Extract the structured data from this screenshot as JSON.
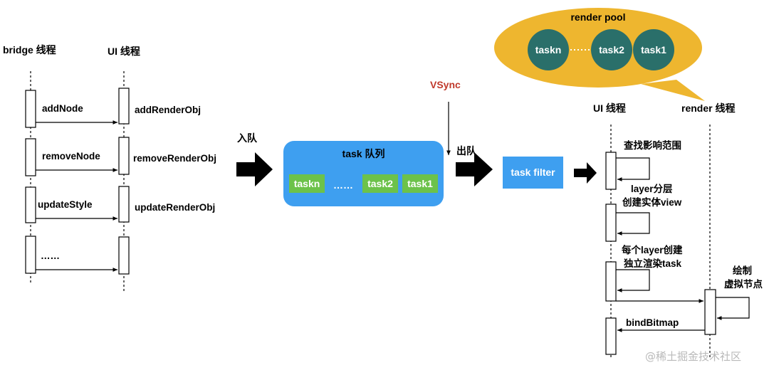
{
  "lifelines": {
    "bridge": "bridge 线程",
    "ui_left": "UI 线程",
    "ui_right": "UI 线程",
    "render": "render 线程"
  },
  "left_messages": {
    "addNode": "addNode",
    "addRenderObj": "addRenderObj",
    "removeNode": "removeNode",
    "removeRenderObj": "removeRenderObj",
    "updateStyle": "updateStyle",
    "updateRenderObj": "updateRenderObj",
    "ellipsis": "……"
  },
  "enqueue_label": "入队",
  "dequeue_label": "出队",
  "vsync_label": "VSync",
  "task_queue": {
    "title": "task 队列",
    "items": [
      "taskn",
      "……",
      "task2",
      "task1"
    ]
  },
  "task_filter": "task filter",
  "render_pool": {
    "title": "render pool",
    "items": [
      "taskn",
      "task2",
      "task1"
    ]
  },
  "right_steps": {
    "find_range": "查找影响范围",
    "layer_split": "layer分层",
    "create_view": "创建实体view",
    "each_layer_1": "每个layer创建",
    "each_layer_2": "独立渲染task",
    "draw_1": "绘制",
    "draw_2": "虚拟节点",
    "bind_bitmap": "bindBitmap"
  },
  "watermark": "@稀土掘金技术社区",
  "colors": {
    "queue_blue": "#3e9ff0",
    "chip_green": "#6cc24a",
    "pool_yellow": "#eeb62f",
    "pool_circle": "#2a6f6a",
    "vsync_red": "#c0392b"
  }
}
